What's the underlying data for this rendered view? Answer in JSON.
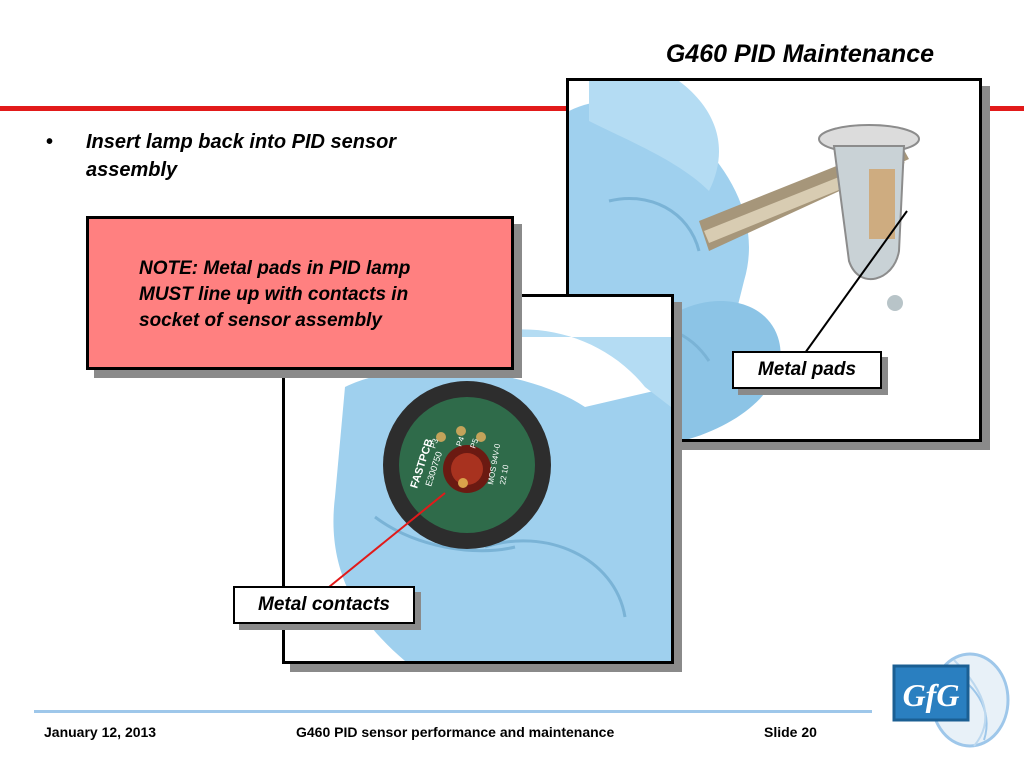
{
  "slide": {
    "title": "G460 PID Maintenance",
    "bullet": "Insert lamp back into PID sensor assembly",
    "note": "NOTE:  Metal pads in PID lamp\nMUST line up with contacts in\nsocket of sensor assembly",
    "callouts": {
      "pads": "Metal pads",
      "contacts": "Metal contacts"
    },
    "pcb_labels": {
      "brand": "FASTPCB",
      "part": "E300750",
      "p3": "P3",
      "p4": "P4",
      "p5": "P5",
      "mos": "MOS 94V-0",
      "code": "22 10"
    },
    "logo_text": "GfG"
  },
  "footer": {
    "date": "January 12, 2013",
    "center": "G460 PID sensor performance and maintenance",
    "slide": "Slide 20"
  },
  "colors": {
    "accent_red": "#e21a1a",
    "note_fill": "#ff8080",
    "footer_rule": "#9ec7ea",
    "glove_blue": "#9fd0ee"
  }
}
